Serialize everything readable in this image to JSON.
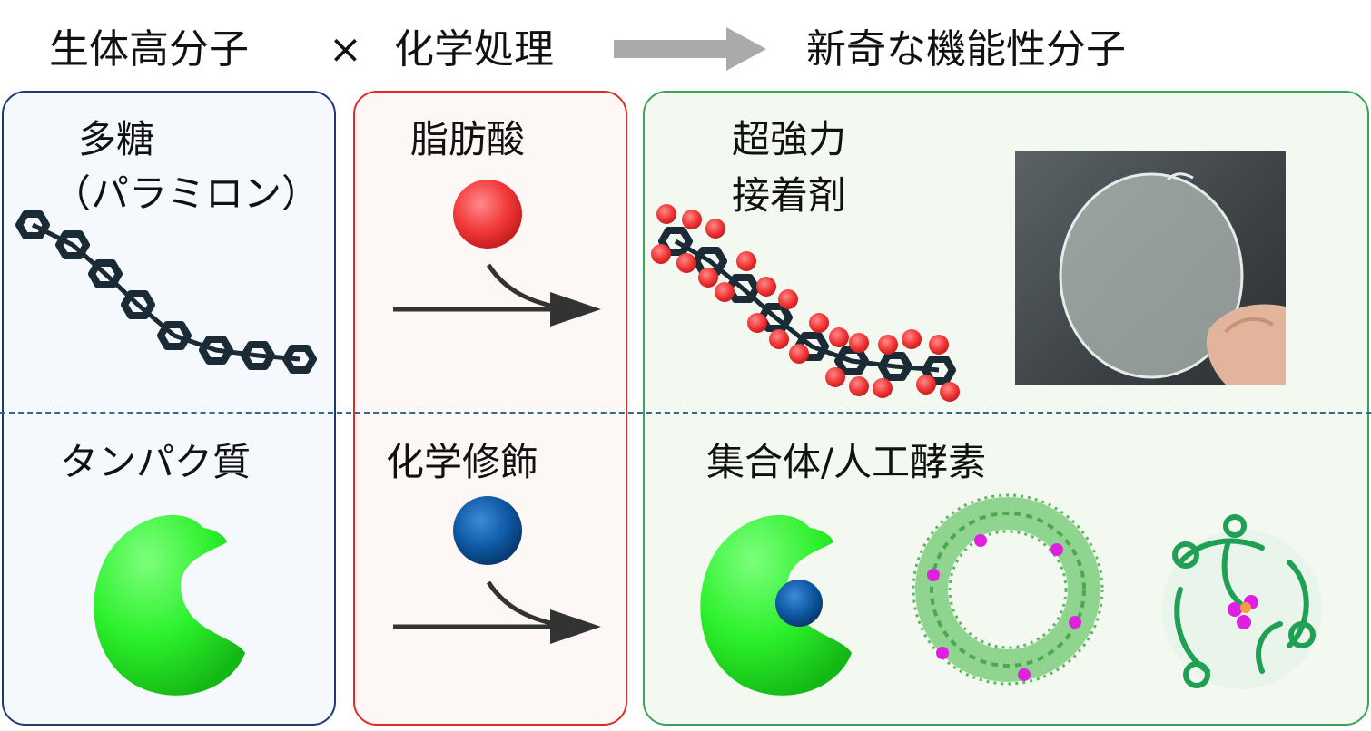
{
  "header": {
    "left": "生体高分子",
    "times": "×",
    "middle": "化学処理",
    "right": "新奇な機能性分子"
  },
  "left_panel": {
    "top_label_1": "多糖",
    "top_label_2": "（パラミロン）",
    "bottom_label": "タンパク質"
  },
  "middle_panel": {
    "top_label": "脂肪酸",
    "bottom_label": "化学修飾"
  },
  "right_panel": {
    "top_label_1": "超強力",
    "top_label_2": "接着剤",
    "bottom_label": "集合体/人工酵素"
  },
  "colors": {
    "arrow_gray": "#aaaaaa",
    "left_border": "#1f3a6e",
    "middle_border": "#e02a2a",
    "right_border": "#3aa35a",
    "fatty_acid_red": "#f33a3a",
    "modifier_blue": "#0e5aa5",
    "protein_green": "#2cf02c",
    "chain_dark": "#1b2b36",
    "highlight_magenta": "#e020e0"
  }
}
